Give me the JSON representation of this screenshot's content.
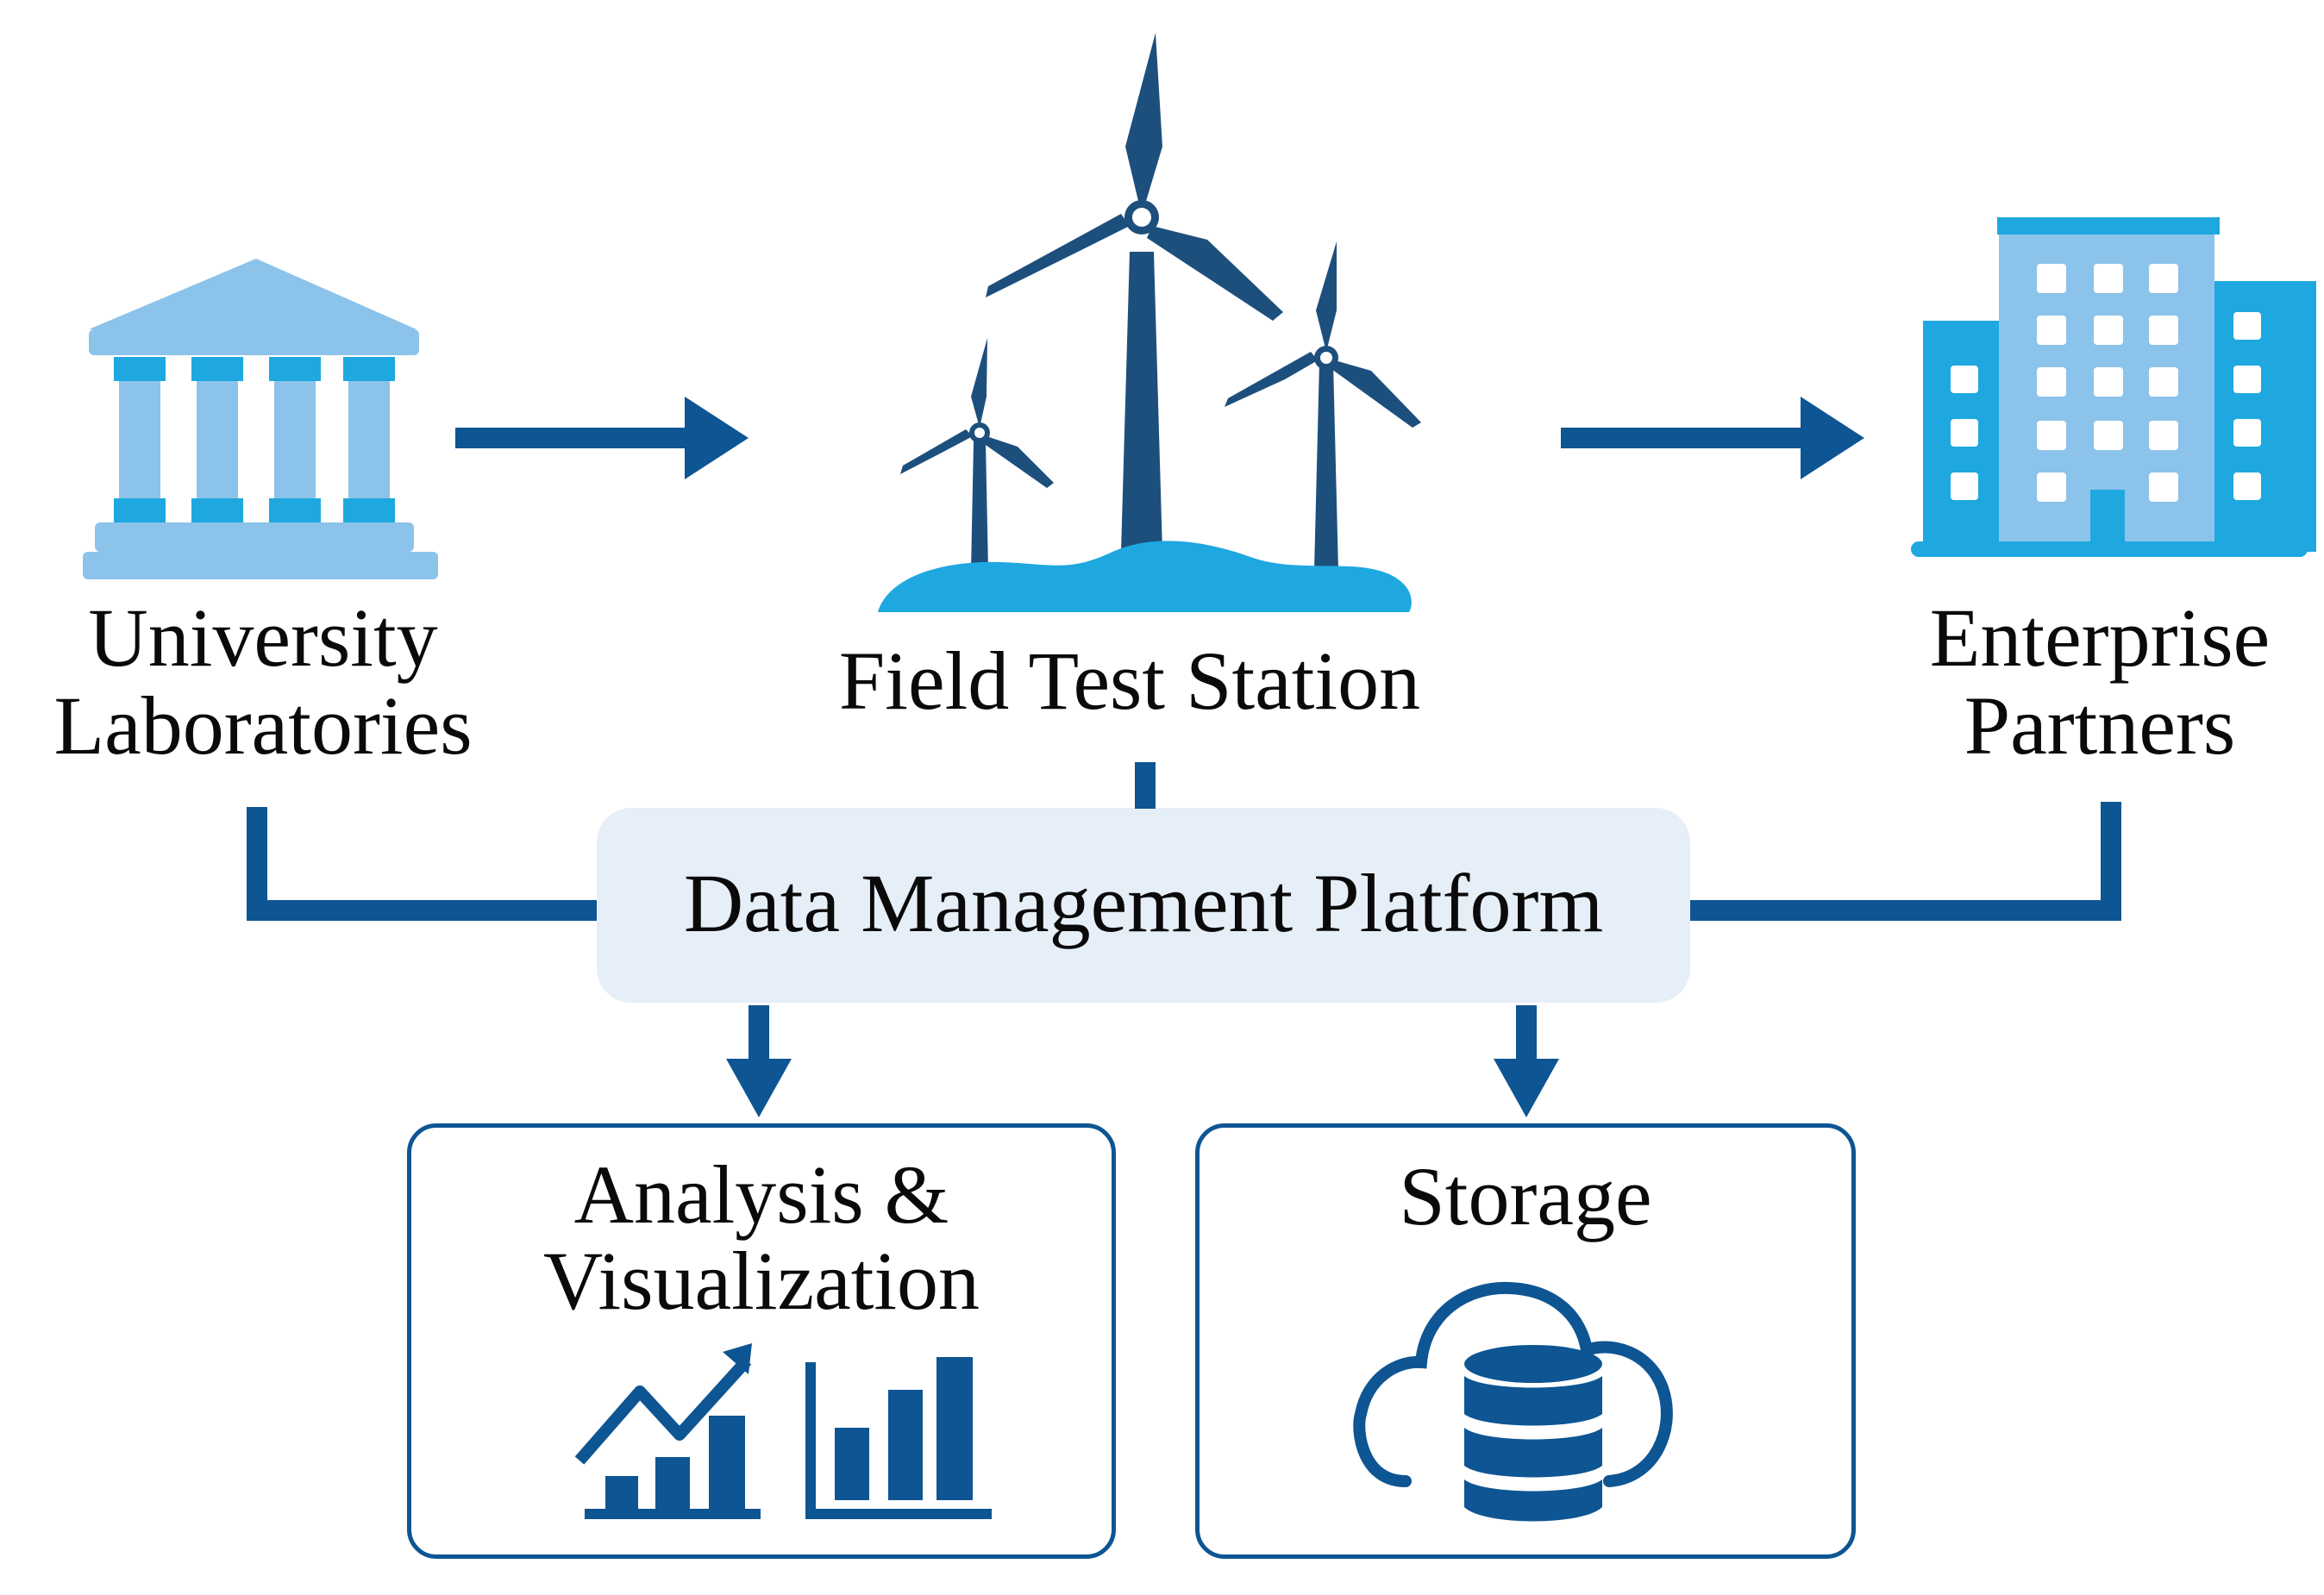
{
  "nodes": {
    "university": {
      "line1": "University",
      "line2": "Laboratories"
    },
    "field": {
      "label": "Field Test Station"
    },
    "enterprise": {
      "line1": "Enterprise",
      "line2": "Partners"
    },
    "platform": {
      "label": "Data Management Platform"
    },
    "analysis": {
      "line1": "Analysis &",
      "line2": "Visualization"
    },
    "storage": {
      "label": "Storage"
    }
  },
  "colors": {
    "dark_blue": "#0e5593",
    "navy": "#1d4f7d",
    "light_blue": "#8cc3ea",
    "sky_blue": "#1fa8e0",
    "pale_blue": "#e6eef8"
  },
  "icons": {
    "university": "university-building-icon",
    "field": "wind-turbines-icon",
    "enterprise": "office-building-icon",
    "analysis": "charts-icon",
    "storage": "cloud-database-icon"
  }
}
